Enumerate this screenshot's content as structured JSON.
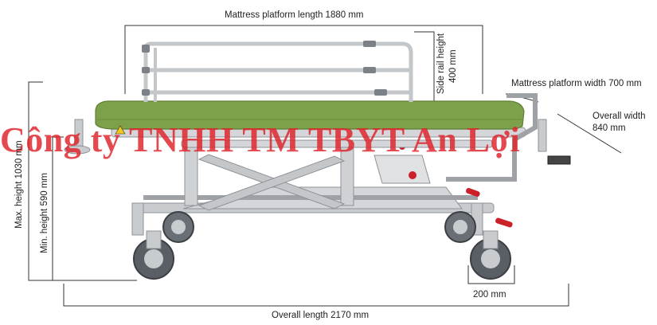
{
  "labels": {
    "mattress_length": "Mattress platform length 1880 mm",
    "side_rail_height_1": "Side rail height",
    "side_rail_height_2": "400 mm",
    "mattress_width": "Mattress platform width 700 mm",
    "overall_width_1": "Overall width",
    "overall_width_2": "840 mm",
    "max_height": "Max. height 1030 mm",
    "min_height": "Min. height 590 mm",
    "wheel_size": "200 mm",
    "overall_length": "Overall length 2170 mm"
  },
  "watermark": "Công ty TNHH TM TBYT An Lợi",
  "colors": {
    "mattress": "#7da04a",
    "frame": "#c9cccf",
    "wheel": "#5a5f66",
    "accent_red": "#cc2029",
    "dimension_line": "#333333"
  }
}
